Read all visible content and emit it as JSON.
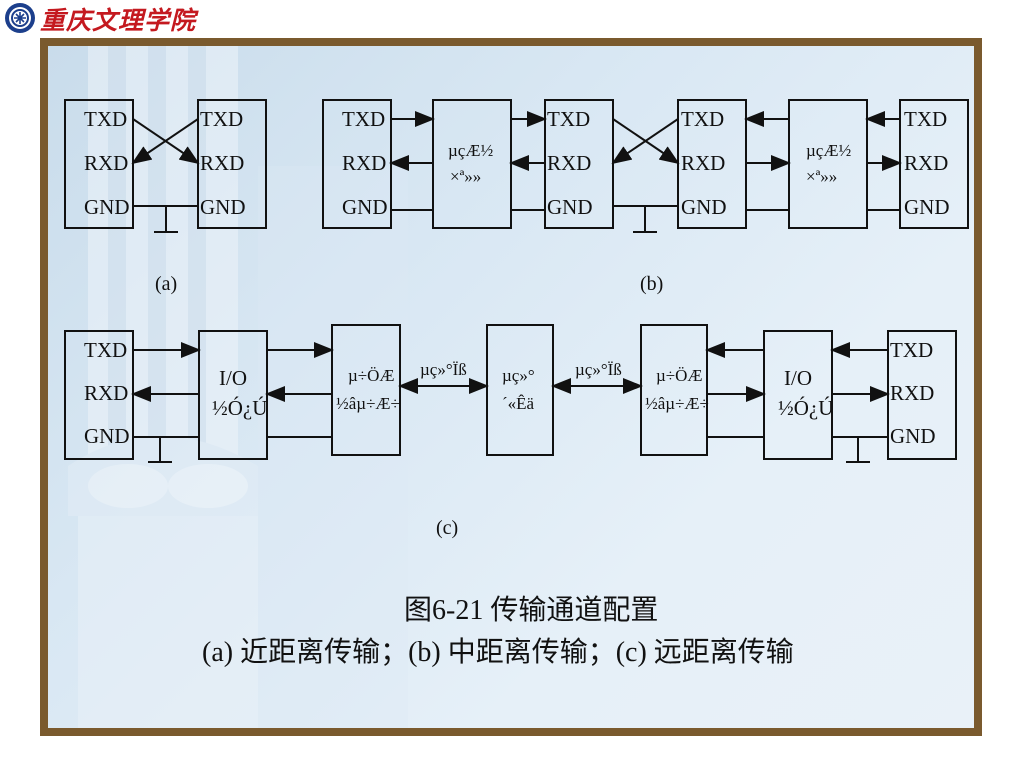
{
  "header": {
    "school_name": "重庆文理学院",
    "logo_icon": "university-emblem-icon"
  },
  "diagram_a": {
    "left_labels": [
      "TXD",
      "RXD",
      "GND"
    ],
    "right_labels": [
      "TXD",
      "RXD",
      "GND"
    ],
    "caption": "(a)"
  },
  "diagram_b": {
    "end_labels": [
      "TXD",
      "RXD",
      "GND"
    ],
    "modem_label_1": "µçÆ½",
    "modem_label_2": "×ª»»",
    "caption": "(b)"
  },
  "diagram_c": {
    "end_labels": [
      "TXD",
      "RXD",
      "GND"
    ],
    "io_label_1": "I/O",
    "io_label_2": "½Ó¿Ú",
    "modem_label_1": "µ÷ÖÆ",
    "modem_label_2": "½âµ÷Æ÷",
    "line_label": "µç»°Ïß",
    "exchange_label_1": "µç»°",
    "exchange_label_2": "´«Êä",
    "caption": "(c)"
  },
  "figure": {
    "title": "图6-21  传输通道配置",
    "subtitle": "(a) 近距离传输；(b) 中距离传输；(c) 远距离传输"
  },
  "colors": {
    "frame": "#7a5a2e",
    "background": "#d8e7f3",
    "school_name": "#c4191f",
    "line": "#111111"
  }
}
